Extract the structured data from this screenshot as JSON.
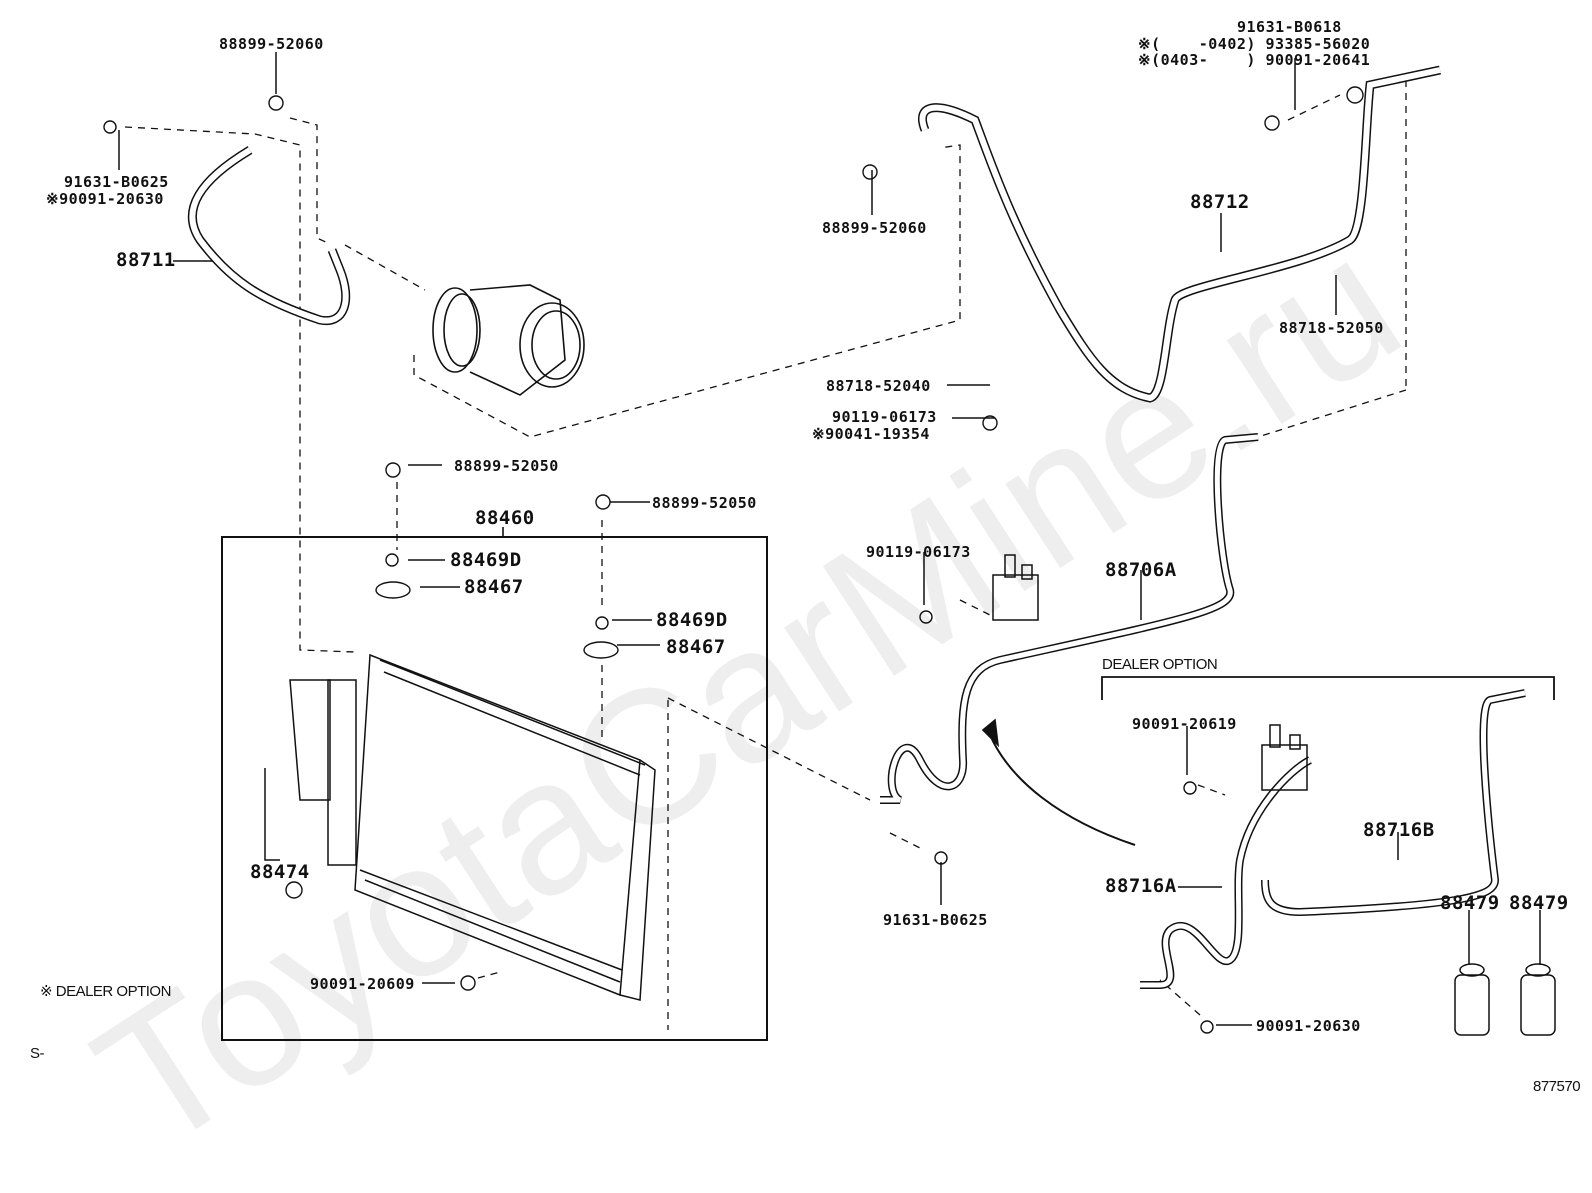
{
  "diagram": {
    "watermark": "ToyotaCarMine.ru",
    "figure_id": "877570",
    "corner_mark": "S-",
    "footnote": "※ DEALER OPTION",
    "dealer_option_box_title": "DEALER OPTION",
    "labels": {
      "p_88899_52060_top": "88899-52060",
      "p_91631_B0625_top": "91631-B0625",
      "p_90091_20630_top": "※90091-20630",
      "p_88711": "88711",
      "p_91631_B0618": "91631-B0618",
      "p_93385_56020": "※(    -0402) 93385-56020",
      "p_90091_20641": "※(0403-    ) 90091-20641",
      "p_88899_52060_mid": "88899-52060",
      "p_88712": "88712",
      "p_88718_52050": "88718-52050",
      "p_88718_52040": "88718-52040",
      "p_90119_06173_a": "90119-06173",
      "p_90041_19354": "※90041-19354",
      "p_88899_52050_a": "88899-52050",
      "p_88899_52050_b": "88899-52050",
      "p_88460": "88460",
      "p_88469D_a": "88469D",
      "p_88467_a": "88467",
      "p_88469D_b": "88469D",
      "p_88467_b": "88467",
      "p_90119_06173_b": "90119-06173",
      "p_88706A": "88706A",
      "p_90091_20619": "90091-20619",
      "p_88474": "88474",
      "p_88716B": "88716B",
      "p_88716A": "88716A",
      "p_88479_a": "88479",
      "p_88479_b": "88479",
      "p_91631_B0625_bot": "91631-B0625",
      "p_90091_20609": "90091-20609",
      "p_90091_20630_bot": "90091-20630"
    }
  }
}
